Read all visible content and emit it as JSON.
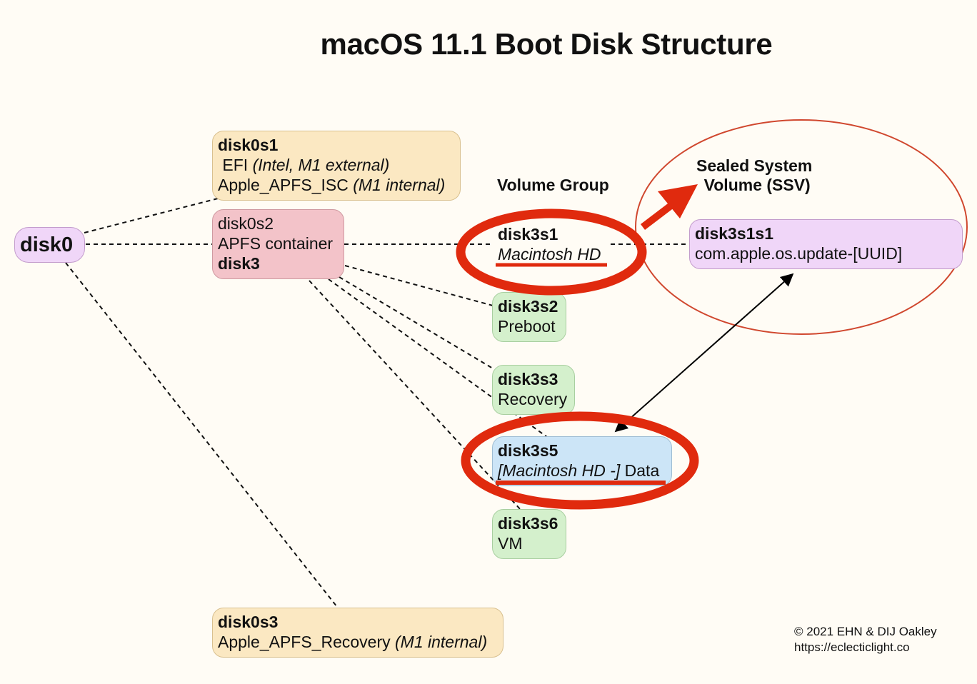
{
  "title": "macOS 11.1 Boot Disk Structure",
  "colors": {
    "background": "#fffcf5",
    "highlight_red": "#e02a0e",
    "ssv_ellipse": "#d0472e",
    "disk_purple": "#f0d6f8",
    "partition_orange": "#fbe8c2",
    "container_pink": "#f3c3c9",
    "volume_green": "#d4f0cc",
    "data_blue": "#cce5f7"
  },
  "nodes": {
    "disk0": {
      "id": "disk0"
    },
    "disk0s1": {
      "id": "disk0s1",
      "line1_plain": " EFI ",
      "line1_italic": "(Intel, M1 external)",
      "line2_plain": "Apple_APFS_ISC ",
      "line2_italic": "(M1 internal)"
    },
    "disk0s2": {
      "id": "disk0s2",
      "desc": "APFS container",
      "container": "disk3"
    },
    "disk0s3": {
      "id": "disk0s3",
      "line_plain": "Apple_APFS_Recovery ",
      "line_italic": "(M1 internal)"
    },
    "disk3s1": {
      "id": "disk3s1",
      "name": "Macintosh HD"
    },
    "disk3s1s1": {
      "id": "disk3s1s1",
      "name": "com.apple.os.update-[UUID]"
    },
    "disk3s2": {
      "id": "disk3s2",
      "name": "Preboot"
    },
    "disk3s3": {
      "id": "disk3s3",
      "name": "Recovery"
    },
    "disk3s5": {
      "id": "disk3s5",
      "name_italic": "[Macintosh HD -]",
      "name_plain": " Data"
    },
    "disk3s6": {
      "id": "disk3s6",
      "name": "VM"
    }
  },
  "labels": {
    "volume_group": "Volume Group",
    "ssv_line1": "Sealed System",
    "ssv_line2": "Volume (SSV)"
  },
  "credit": {
    "copyright": "© 2021 EHN & DIJ Oakley",
    "url": "https://eclecticlight.co"
  },
  "edges": [
    {
      "from": "disk0",
      "to": "disk0s1",
      "style": "dashed"
    },
    {
      "from": "disk0",
      "to": "disk0s2",
      "style": "dashed"
    },
    {
      "from": "disk0",
      "to": "disk0s3",
      "style": "dashed"
    },
    {
      "from": "disk0s2",
      "to": "disk3s1",
      "style": "dashed"
    },
    {
      "from": "disk3s1",
      "to": "disk3s1s1",
      "style": "dashed"
    },
    {
      "from": "disk0s2",
      "to": "disk3s2",
      "style": "dashed"
    },
    {
      "from": "disk0s2",
      "to": "disk3s3",
      "style": "dashed"
    },
    {
      "from": "disk0s2",
      "to": "disk3s5",
      "style": "dashed"
    },
    {
      "from": "disk0s2",
      "to": "disk3s6",
      "style": "dashed"
    },
    {
      "from": "disk3s5",
      "to": "disk3s1s1",
      "style": "solid-bidirectional-arrow"
    },
    {
      "from": "disk3s1",
      "to": "ssv",
      "style": "thick-red-arrow"
    }
  ]
}
